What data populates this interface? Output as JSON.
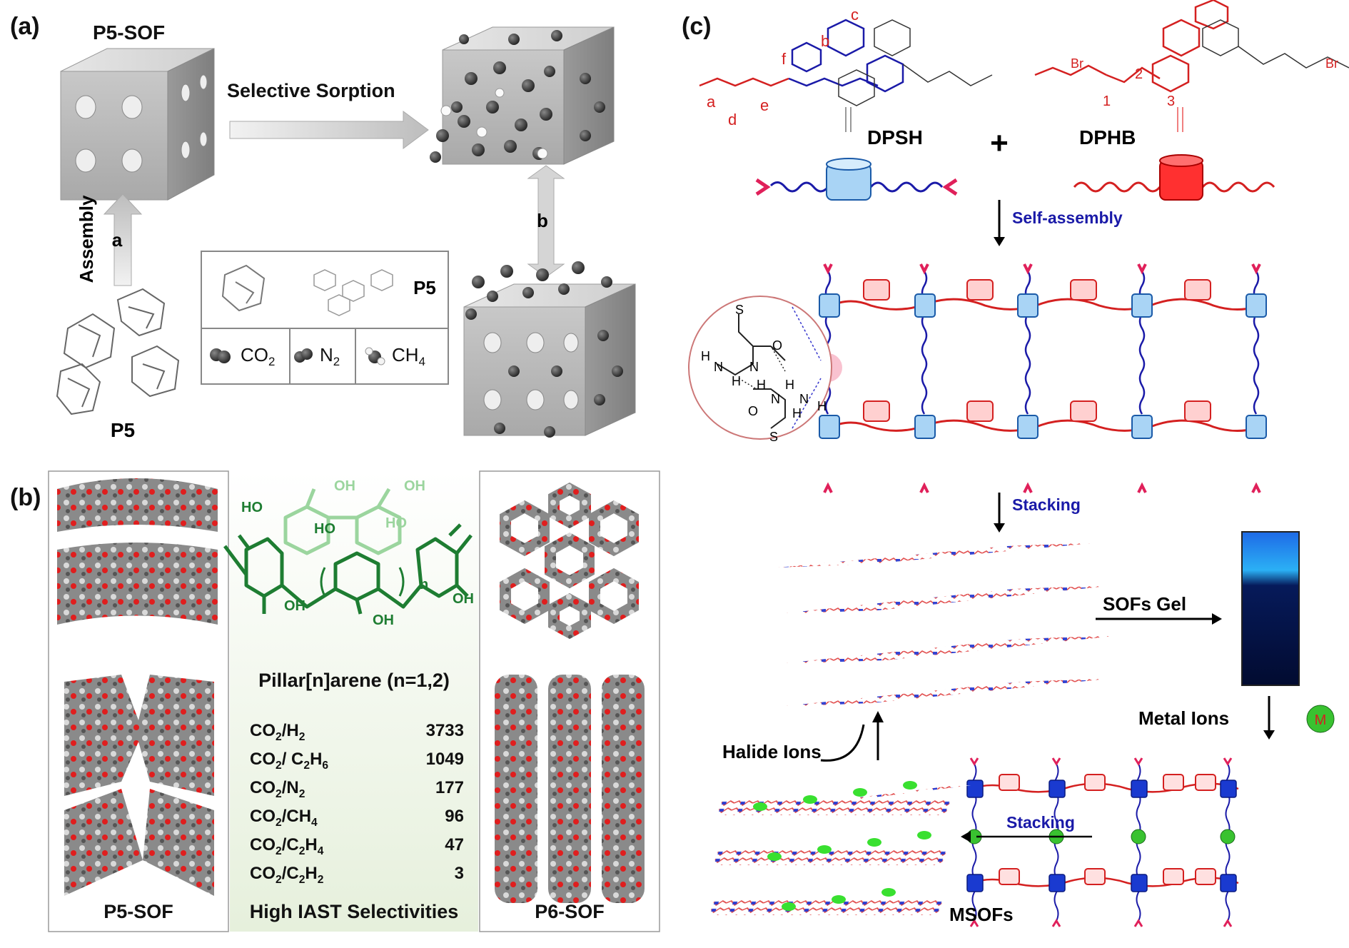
{
  "panel_a": {
    "label": "(a)",
    "sof_title": "P5-SOF",
    "arrow_label": "Selective Sorption",
    "assembly_label": "Assembly",
    "step_a": "a",
    "step_b": "b",
    "p5_label": "P5",
    "legend_p5": "P5",
    "legend_gases": [
      {
        "formula": "CO",
        "sub": "2"
      },
      {
        "formula": "N",
        "sub": "2"
      },
      {
        "formula": "CH",
        "sub": "4"
      }
    ]
  },
  "panel_b": {
    "label": "(b)",
    "left_caption": "P5-SOF",
    "right_caption": "P6-SOF",
    "molecule_name": "Pillar[n]arene (n=1,2)",
    "selectivity_title": "High IAST Selectivities",
    "oh_label": "OH",
    "ho_label": "HO",
    "n_label": "n",
    "selectivities": [
      {
        "pair": "CO2/H2",
        "num": "CO",
        "num_sub": "2",
        "den": "H",
        "den_sub": "2",
        "value": "3733"
      },
      {
        "pair": "CO2/C2H6",
        "num": "CO",
        "num_sub": "2",
        "den": "C",
        "den_sub": "2",
        "den2": "H",
        "den2_sub": "6",
        "value": "1049"
      },
      {
        "pair": "CO2/N2",
        "num": "CO",
        "num_sub": "2",
        "den": "N",
        "den_sub": "2",
        "value": "177"
      },
      {
        "pair": "CO2/CH4",
        "num": "CO",
        "num_sub": "2",
        "den": "CH",
        "den_sub": "4",
        "value": "96"
      },
      {
        "pair": "CO2/C2H4",
        "num": "CO",
        "num_sub": "2",
        "den": "C",
        "den_sub": "2",
        "den2": "H",
        "den2_sub": "4",
        "value": "47"
      },
      {
        "pair": "CO2/C2H2",
        "num": "CO",
        "num_sub": "2",
        "den": "C",
        "den_sub": "2",
        "den2": "H",
        "den2_sub": "2",
        "value": "3"
      }
    ]
  },
  "panel_c": {
    "label": "(c)",
    "dpsh": "DPSH",
    "dphb": "DPHB",
    "plus": "+",
    "self_assembly": "Self-assembly",
    "stacking_top": "Stacking",
    "sofs_gel": "SOFs Gel",
    "metal_ions": "Metal Ions",
    "metal_symbol": "M",
    "stacking_bottom": "Stacking",
    "halide_ions": "Halide Ions",
    "msofs": "MSOFs",
    "atom_letters": [
      "a",
      "b",
      "c",
      "d",
      "e",
      "f"
    ],
    "chain_numbers": [
      "1",
      "2",
      "3"
    ],
    "br": "Br",
    "hbond_atoms": [
      "S",
      "O",
      "N",
      "H",
      "H",
      "N",
      "H",
      "H",
      "O",
      "N",
      "H",
      "N",
      "H",
      "S"
    ],
    "colors": {
      "red": "#d42020",
      "blue": "#1a1aa8",
      "green": "#1e7d32",
      "pink": "#e0205a"
    }
  }
}
